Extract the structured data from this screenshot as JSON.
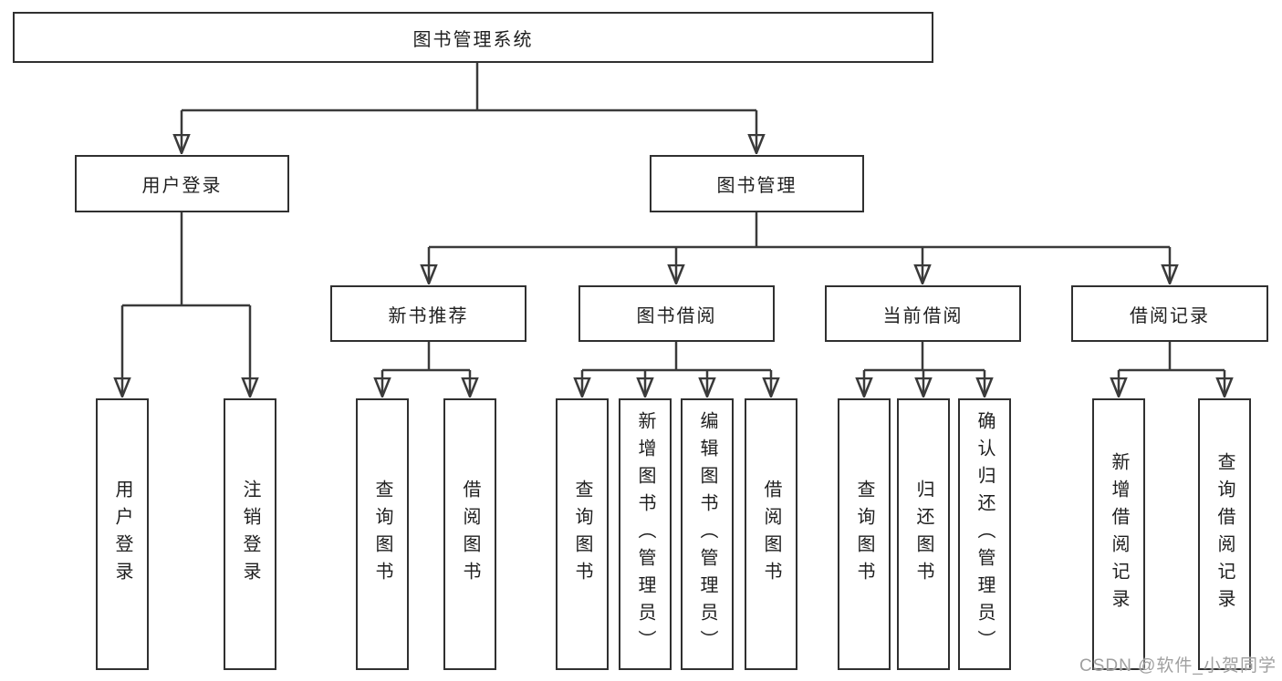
{
  "tree": {
    "label": "图书管理系统",
    "children": [
      {
        "label": "用户登录",
        "children": [
          {
            "label": "用户登录"
          },
          {
            "label": "注销登录"
          }
        ]
      },
      {
        "label": "图书管理",
        "children": [
          {
            "label": "新书推荐",
            "children": [
              {
                "label": "查询图书"
              },
              {
                "label": "借阅图书"
              }
            ]
          },
          {
            "label": "图书借阅",
            "children": [
              {
                "label": "查询图书"
              },
              {
                "label": "新增图书（管理员）"
              },
              {
                "label": "编辑图书（管理员）"
              },
              {
                "label": "借阅图书"
              }
            ]
          },
          {
            "label": "当前借阅",
            "children": [
              {
                "label": "查询图书"
              },
              {
                "label": "归还图书"
              },
              {
                "label": "确认归还（管理员）"
              }
            ]
          },
          {
            "label": "借阅记录",
            "children": [
              {
                "label": "新增借阅记录"
              },
              {
                "label": "查询借阅记录"
              }
            ]
          }
        ]
      }
    ]
  },
  "watermark": {
    "text": "CSDN @软件_小贺同学"
  },
  "colors": {
    "line": "#3a3a3a",
    "box_border": "#303030",
    "text": "#1f1f1f",
    "watermark": "#a0a0a0",
    "background": "#ffffff"
  }
}
